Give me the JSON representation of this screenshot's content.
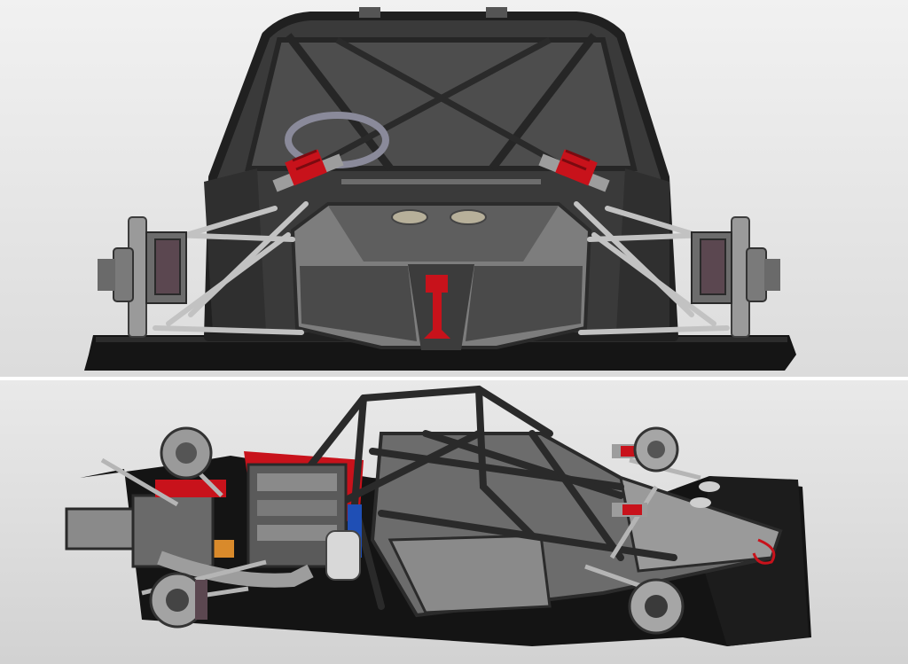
{
  "image": {
    "subject": "race-car-chassis-cad-render",
    "views": [
      "front-view",
      "three-quarter-underside-view"
    ],
    "colors": {
      "chassis_tube": "#2b2b2b",
      "panel_dark": "#3a3a3a",
      "panel_light": "#8c8c8c",
      "accent_red": "#c8121b",
      "suspension_arm": "#bdbdbd",
      "tire_disc": "#9a9a9a",
      "floor": "#141414",
      "engine_blue": "#1f4fb5",
      "engine_orange": "#d98a2b"
    }
  }
}
